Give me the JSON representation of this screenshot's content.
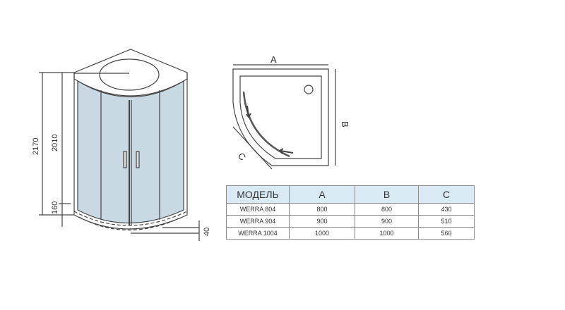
{
  "front_view": {
    "dimensions": {
      "total_height": "2170",
      "cabin_height": "2010",
      "tray_height": "160",
      "tray_step": "40"
    },
    "glass_color": "#c9d9e4"
  },
  "plan_view": {
    "label_a": "A",
    "label_b": "B",
    "label_c": "C"
  },
  "table": {
    "headers": [
      "МОДЕЛЬ",
      "A",
      "B",
      "C"
    ],
    "rows": [
      [
        "WERRA 804",
        "800",
        "800",
        "430"
      ],
      [
        "WERRA 904",
        "900",
        "900",
        "510"
      ],
      [
        "WERRA 1004",
        "1000",
        "1000",
        "560"
      ]
    ],
    "header_color": "#d9eaf4"
  }
}
